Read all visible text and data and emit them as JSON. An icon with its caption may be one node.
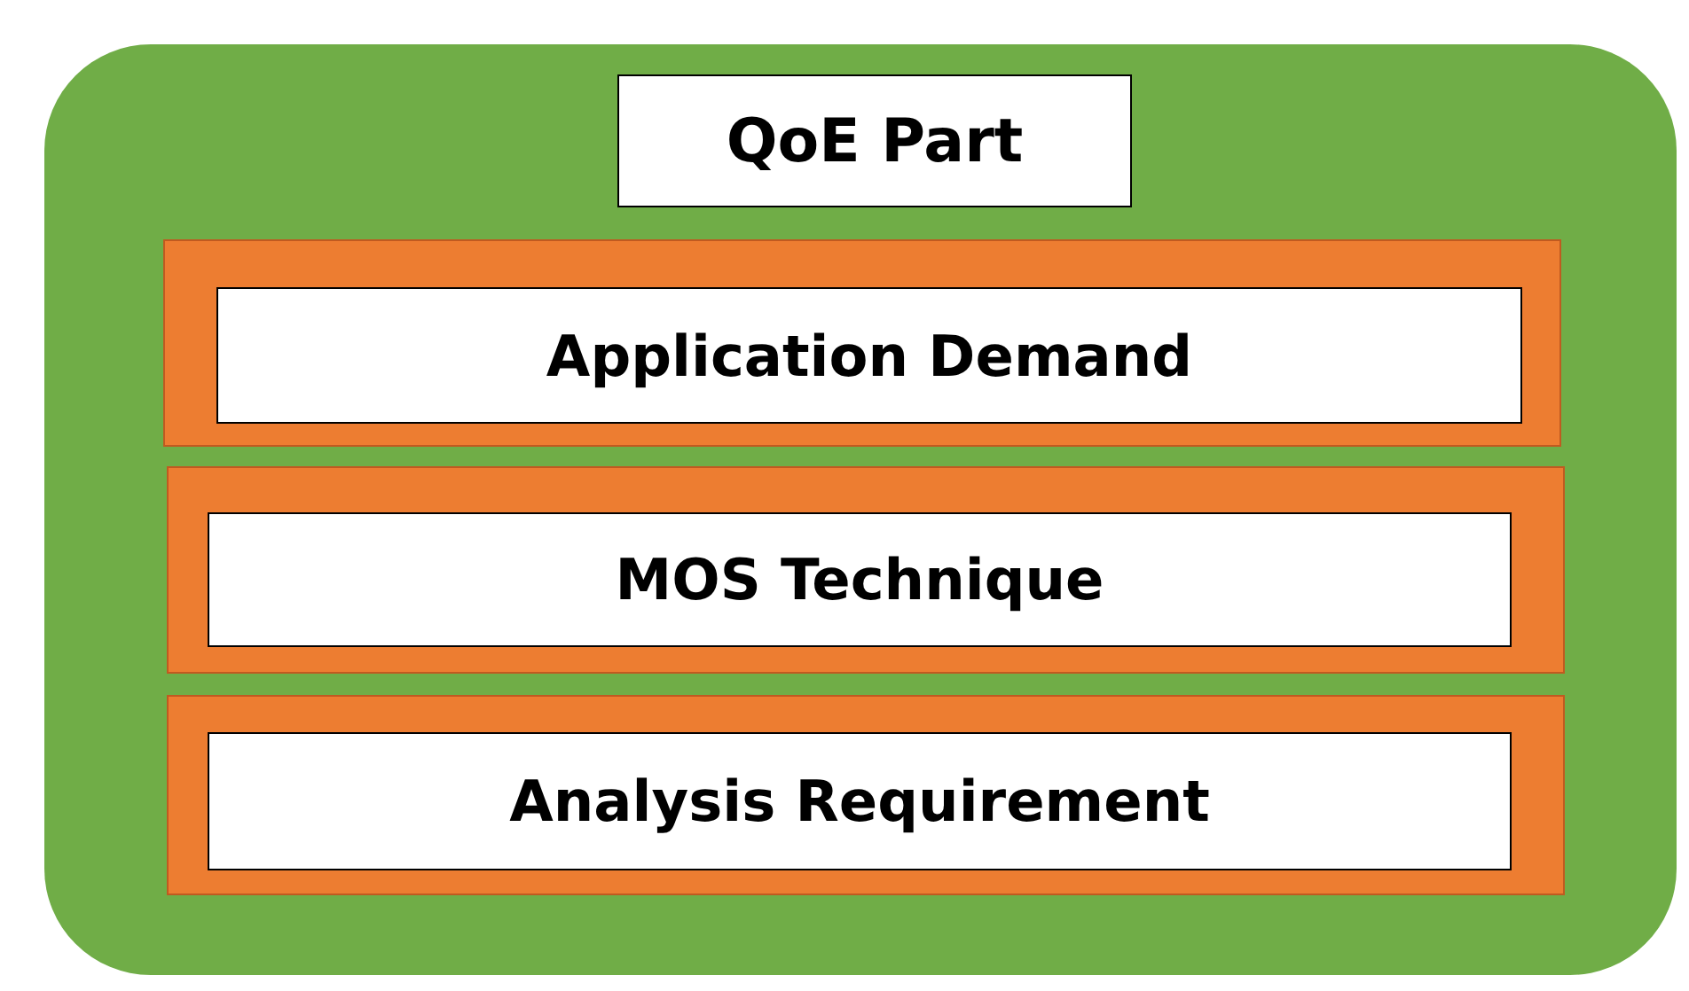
{
  "diagram": {
    "nodes": [
      {
        "text": [],
        "shape": "box"
      },
      {
        "text": [
          "QoE Part"
        ],
        "in": 0
      },
      {
        "text": [],
        "shape": "box",
        "in": 0
      },
      {
        "text": [
          "Application Demand"
        ],
        "in": 2
      },
      {
        "text": [],
        "shape": "box",
        "in": 0
      },
      {
        "text": [
          "MOS Technique"
        ],
        "in": 4
      },
      {
        "text": [],
        "shape": "box",
        "in": 0
      },
      {
        "text": [
          "Analysis Requirement"
        ],
        "in": 6
      }
    ]
  }
}
